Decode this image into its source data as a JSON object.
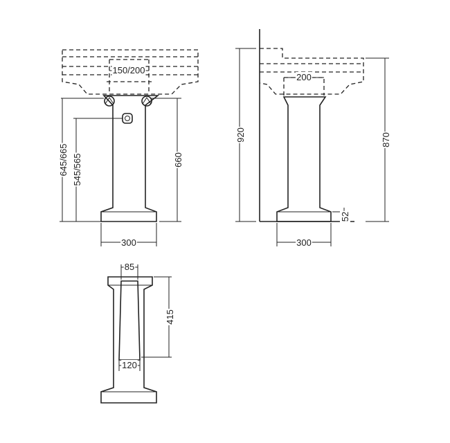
{
  "front_view": {
    "basin_width": "150/200",
    "overall_height": "645/665",
    "waste_height": "545/565",
    "pedestal_height": "660",
    "pedestal_base_width": "300"
  },
  "side_view": {
    "overall_height": "920",
    "pedestal_top_width": "200",
    "rim_height": "870",
    "base_thickness": "52",
    "pedestal_base_width": "300"
  },
  "back_view": {
    "top_opening_width": "85",
    "opening_height": "415",
    "bottom_opening_width": "120"
  }
}
